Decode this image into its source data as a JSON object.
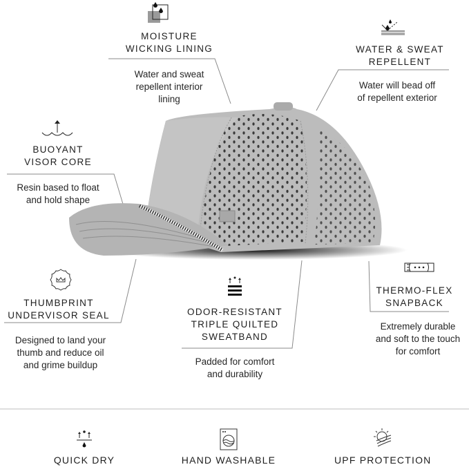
{
  "features": [
    {
      "id": "moisture",
      "icon": "moisture-wicking-icon",
      "title_lines": [
        "MOISTURE",
        "WICKING LINING"
      ],
      "desc_lines": [
        "Water and sweat",
        "repellent interior",
        "lining"
      ]
    },
    {
      "id": "water",
      "icon": "water-repellent-icon",
      "title_lines": [
        "WATER & SWEAT",
        "REPELLENT"
      ],
      "desc_lines": [
        "Water will bead off",
        "of repellent exterior"
      ]
    },
    {
      "id": "buoyant",
      "icon": "buoyant-icon",
      "title_lines": [
        "BUOYANT",
        "VISOR CORE"
      ],
      "desc_lines": [
        "Resin based to float",
        "and hold shape"
      ]
    },
    {
      "id": "thumbprint",
      "icon": "thumbprint-seal-icon",
      "title_lines": [
        "THUMBPRINT",
        "UNDERVISOR SEAL"
      ],
      "desc_lines": [
        "Designed to land your",
        "thumb and reduce oil",
        "and grime buildup"
      ]
    },
    {
      "id": "sweatband",
      "icon": "sweatband-icon",
      "title_lines": [
        "ODOR-RESISTANT",
        "TRIPLE QUILTED",
        "SWEATBAND"
      ],
      "desc_lines": [
        "Padded for comfort",
        "and durability"
      ]
    },
    {
      "id": "snapback",
      "icon": "snapback-icon",
      "title_lines": [
        "THERMO-FLEX",
        "SNAPBACK"
      ],
      "desc_lines": [
        "Extremely durable",
        "and soft to the touch",
        "for comfort"
      ]
    }
  ],
  "bottom_features": [
    {
      "icon": "quick-dry-icon",
      "label": "QUICK DRY"
    },
    {
      "icon": "hand-washable-icon",
      "label": "HAND WASHABLE"
    },
    {
      "icon": "upf-protection-icon",
      "label": "UPF PROTECTION"
    }
  ],
  "colors": {
    "hat": "#b9b9b9",
    "hat_shadow": "#1a1a1a",
    "line": "#8a8a8a",
    "text": "#1e1e1e"
  }
}
